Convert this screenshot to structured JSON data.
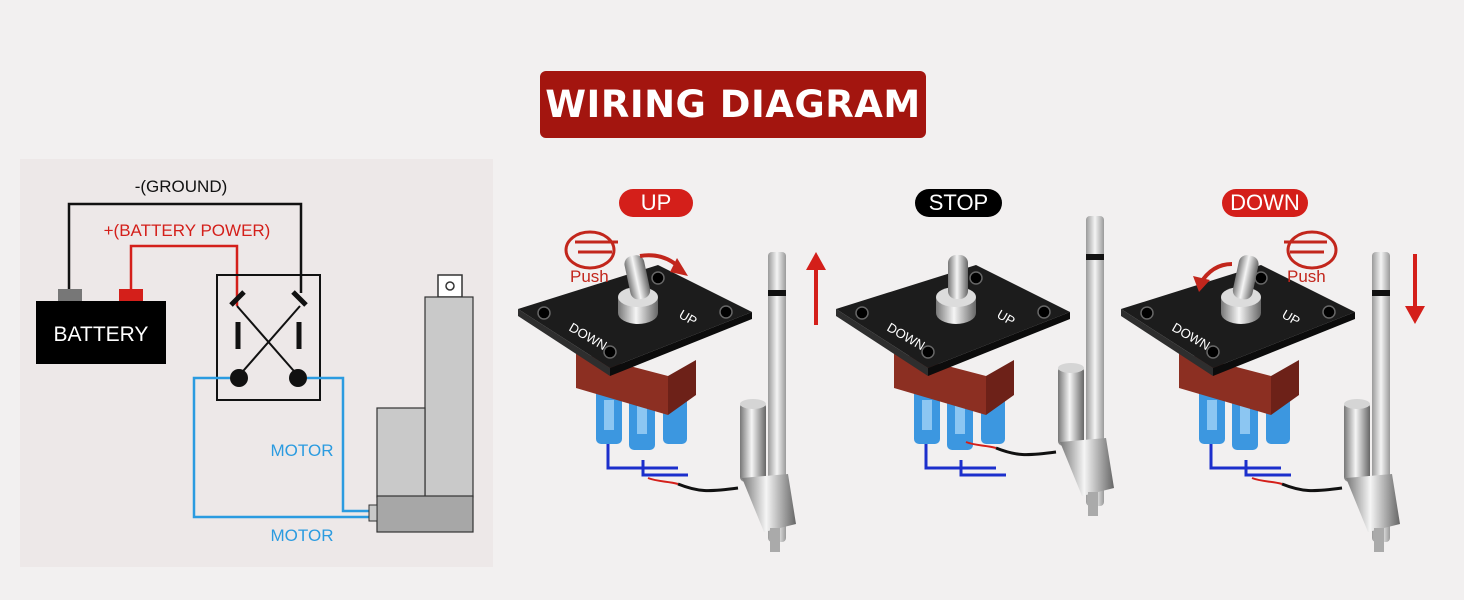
{
  "title": "WIRING DIAGRAM",
  "schematic": {
    "ground_label": "-(GROUND)",
    "power_label": "+(BATTERY POWER)",
    "battery_label": "BATTERY",
    "motor_label_1": "MOTOR",
    "motor_label_2": "MOTOR"
  },
  "states": [
    {
      "label": "UP",
      "push_label": "Push"
    },
    {
      "label": "STOP"
    },
    {
      "label": "DOWN",
      "push_label": "Push"
    }
  ],
  "switch_plate": {
    "up": "UP",
    "down": "DOWN"
  },
  "colors": {
    "banner": "#a3150f",
    "pill_red": "#d41f1a",
    "pill_black": "#000000",
    "ground_wire": "#111111",
    "power_wire": "#d41f1a",
    "motor_wire": "#2b9be0",
    "arrow": "#d41f1a"
  },
  "icons": [
    "pointing-hand-icon",
    "curved-arrow-icon",
    "up-arrow-icon",
    "down-arrow-icon"
  ]
}
